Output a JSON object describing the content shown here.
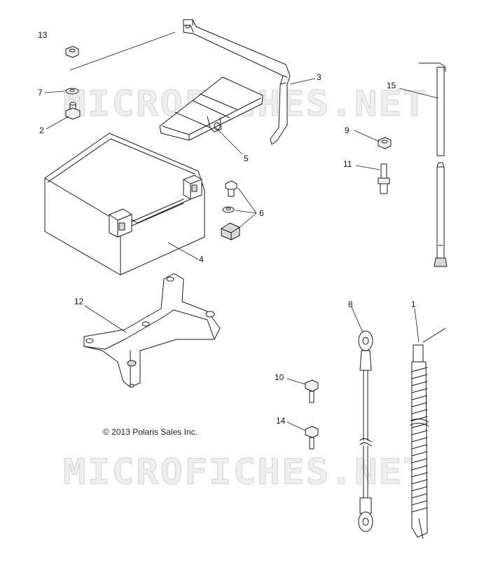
{
  "watermark": "MICROFICHES.NET",
  "copyright": "© 2013 Polaris Sales Inc.",
  "callouts": [
    "1",
    "2",
    "3",
    "4",
    "5",
    "6",
    "7",
    "8",
    "9",
    "10",
    "11",
    "12",
    "13",
    "14",
    "15"
  ],
  "colors": {
    "line": "#1a1a1a",
    "watermark": "#d4d4d4",
    "background": "#ffffff"
  }
}
